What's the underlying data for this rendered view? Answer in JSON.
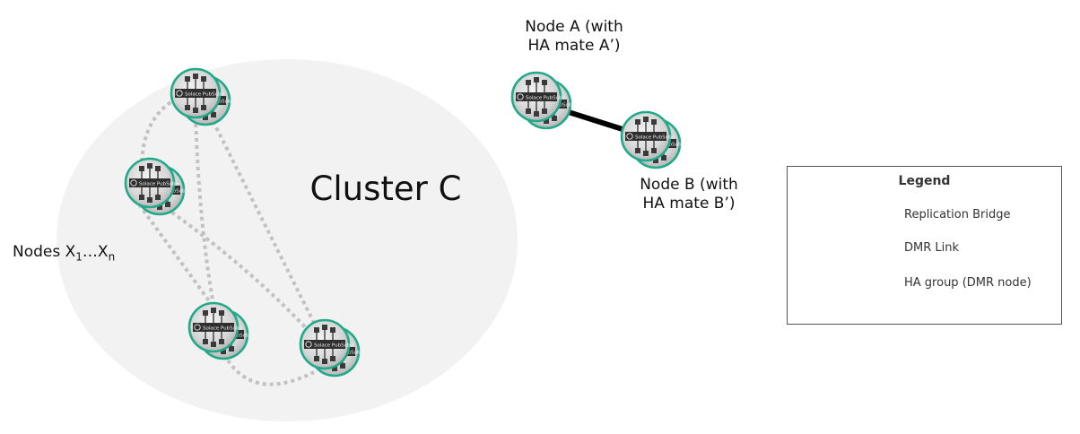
{
  "title": "DMR cluster and replication bridge topology",
  "cluster": {
    "label": "Cluster C",
    "fill": "#f2f2f2"
  },
  "labels": {
    "nodes_x": {
      "prefix": "Nodes X",
      "sub1": "1",
      "mid": "…X",
      "subn": "n"
    },
    "node_a": [
      "Node A (with",
      "HA mate A’)"
    ],
    "node_b": [
      "Node B (with",
      "HA mate B’)"
    ]
  },
  "node_badge_text": "Solace PubSub+",
  "colors": {
    "node_ring": "#22a98a",
    "dmr_link": "#c2c2c2",
    "bridge": "#000000",
    "node_body": "#d9d9d9"
  },
  "nodes": [
    {
      "id": "x1",
      "group": "cluster"
    },
    {
      "id": "x2",
      "group": "cluster"
    },
    {
      "id": "x3",
      "group": "cluster"
    },
    {
      "id": "x4",
      "group": "cluster"
    },
    {
      "id": "a",
      "group": "external"
    },
    {
      "id": "b",
      "group": "external"
    }
  ],
  "links": [
    {
      "from": "x1",
      "to": "x2",
      "type": "dmr"
    },
    {
      "from": "x1",
      "to": "x3",
      "type": "dmr"
    },
    {
      "from": "x1",
      "to": "x4",
      "type": "dmr"
    },
    {
      "from": "x2",
      "to": "x3",
      "type": "dmr"
    },
    {
      "from": "x2",
      "to": "x4",
      "type": "dmr"
    },
    {
      "from": "x3",
      "to": "x4",
      "type": "dmr"
    },
    {
      "from": "a",
      "to": "b",
      "type": "replication-bridge"
    }
  ],
  "legend": {
    "title": "Legend",
    "items": [
      {
        "symbol": "solid-line",
        "label": "Replication Bridge"
      },
      {
        "symbol": "dotted-line",
        "label": "DMR Link"
      },
      {
        "symbol": "ha-node",
        "label": "HA group (DMR node)"
      }
    ]
  }
}
